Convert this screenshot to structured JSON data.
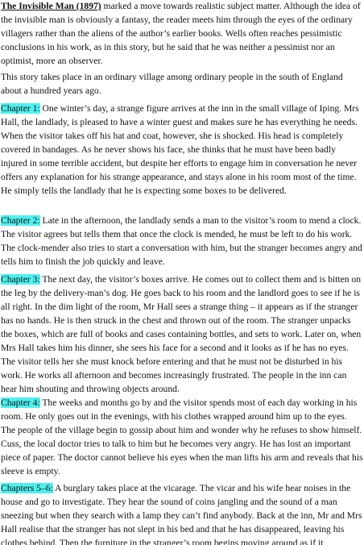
{
  "intro": {
    "title": "The Invisible Man (1897)",
    "text": " marked a move towards realistic subject matter. Although the idea of the invisible man is obviously a fantasy, the reader meets him through the eyes of the ordinary villagers rather than the aliens of the author’s earlier books. Wells often reaches pessimistic conclusions in his work, as in this story, but he said that he was neither a pessimist nor an optimist, more an observer."
  },
  "setting": "This story takes place in an ordinary village among ordinary people in the south of England about a hundred years ago.",
  "chapters": [
    {
      "label": "Chapter 1:",
      "text": " One winter’s day, a strange figure arrives at the inn in the small village of Iping. Mrs Hall, the landlady, is pleased to have a winter guest and makes sure he has everything he needs. When the visitor takes off his hat and coat, however, she is shocked. His head is completely covered in bandages. As he never shows his face, she thinks that he must have been badly injured in some terrible accident, but despite her efforts to engage him in conversation he never offers any explanation for his strange appearance, and stays alone in his room most of the time. He simply tells the landlady that he is expecting some boxes to be delivered."
    },
    {
      "label": "Chapter 2:",
      "text": " Late in the afternoon, the landlady sends a man to the visitor’s room to mend a clock. The visitor agrees but tells them that once the clock is mended, he must be left to do his work. The clock-mender also tries to start a conversation with him, but the stranger becomes angry and tells him to finish the job quickly and leave."
    },
    {
      "label": "Chapter 3:",
      "text": " The next day, the visitor’s boxes arrive. He comes out to collect them and is bitten on the leg by the delivery-man’s dog. He goes back to his room and the landlord goes to see if he is all right. In the dim light of the room, Mr Hall sees a strange thing – it appears as if the stranger has no hands. He is then struck in the chest and thrown out of the room. The stranger unpacks the boxes, which are full of books and cases containing bottles, and sets to work. Later on, when Mrs Hall takes him his dinner, she sees his face for a second and it looks as if he has no eyes. The visitor tells her she must knock before entering and that he must not be disturbed in his work. He works all afternoon and becomes increasingly frustrated. The people in the inn can hear him shouting and throwing objects around."
    },
    {
      "label": "Chapter 4:",
      "text": " The weeks and months go by and the visitor spends most of each day working in his room. He only goes out in the evenings, with his clothes wrapped around him up to the eyes. The people of the village begin to gossip about him and wonder why he refuses to show himself. Cuss, the local doctor tries to talk to him but he becomes very angry. He has lost an important piece of paper. The doctor cannot believe his eyes when the man lifts his arm and reveals that his sleeve is empty."
    },
    {
      "label": "Chapters 5–6:",
      "text": " A burglary takes place at the vicarage. The vicar and his wife hear noises in the house and go to investigate. They hear the sound of coins jangling and the sound of a man sneezing but when they search with a lamp they can’t find anybody. Back at the inn, Mr and Mrs Hall realise that the stranger has not slept in his bed and that he has disappeared, leaving his clothes behind. Then the furniture in the stranger’s room begins moving around as if it"
    }
  ],
  "colors": {
    "highlight": "#4ff0f0",
    "text": "#111111",
    "background": "#ffffff"
  }
}
